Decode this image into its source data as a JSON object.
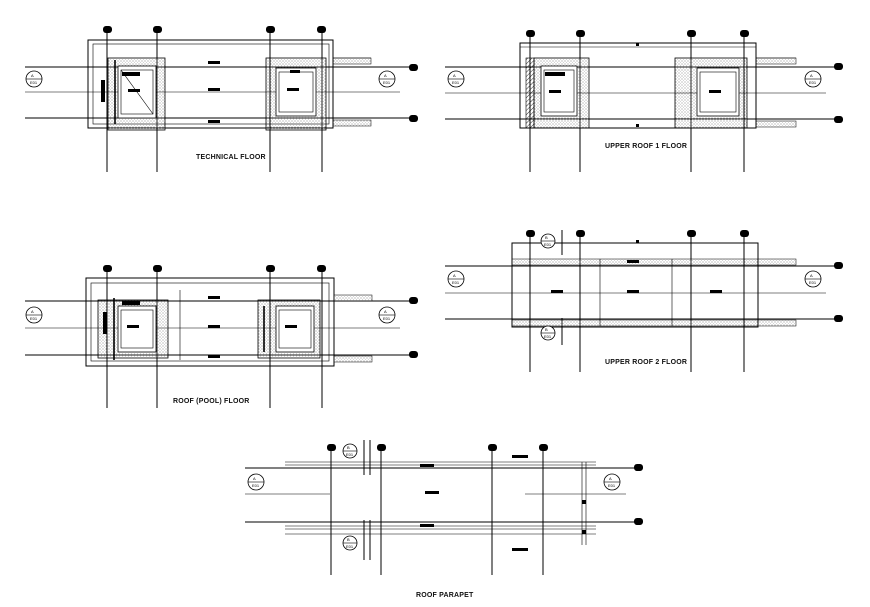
{
  "drawing": {
    "plans": [
      {
        "id": "technical-floor",
        "title": "TECHNICAL FLOOR"
      },
      {
        "id": "upper-roof-1",
        "title": "UPPER ROOF 1 FLOOR"
      },
      {
        "id": "roof-pool",
        "title": "ROOF (POOL) FLOOR"
      },
      {
        "id": "upper-roof-2",
        "title": "UPPER ROOF 2 FLOOR"
      },
      {
        "id": "roof-parapet",
        "title": "ROOF PARAPET"
      }
    ]
  },
  "colors": {
    "line": "#000000",
    "hatch": "#bdbdbd",
    "paper": "#ffffff"
  }
}
